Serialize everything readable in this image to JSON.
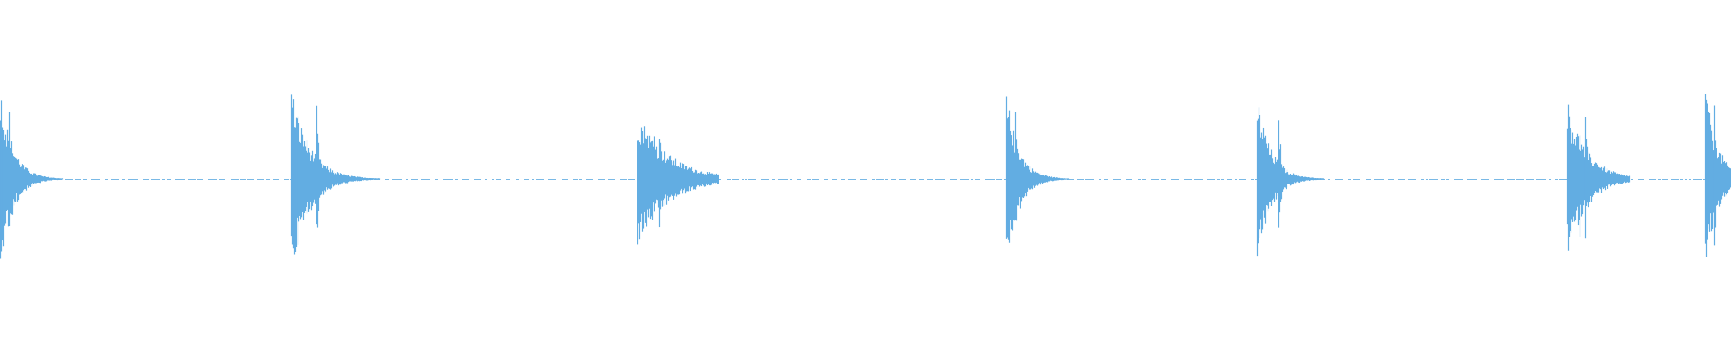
{
  "waveform": {
    "color": "#62ade2",
    "background": "#ffffff",
    "baseline_level": 0.0,
    "hits": [
      {
        "position": 0.0,
        "peak": 0.98,
        "variant": "sharp"
      },
      {
        "position": 0.168,
        "peak": 0.99,
        "variant": "double"
      },
      {
        "position": 0.368,
        "peak": 0.72,
        "variant": "dense"
      },
      {
        "position": 0.581,
        "peak": 0.92,
        "variant": "sharp"
      },
      {
        "position": 0.726,
        "peak": 0.92,
        "variant": "single"
      },
      {
        "position": 0.905,
        "peak": 0.85,
        "variant": "triple"
      },
      {
        "position": 0.985,
        "peak": 1.0,
        "variant": "sharp"
      }
    ]
  }
}
